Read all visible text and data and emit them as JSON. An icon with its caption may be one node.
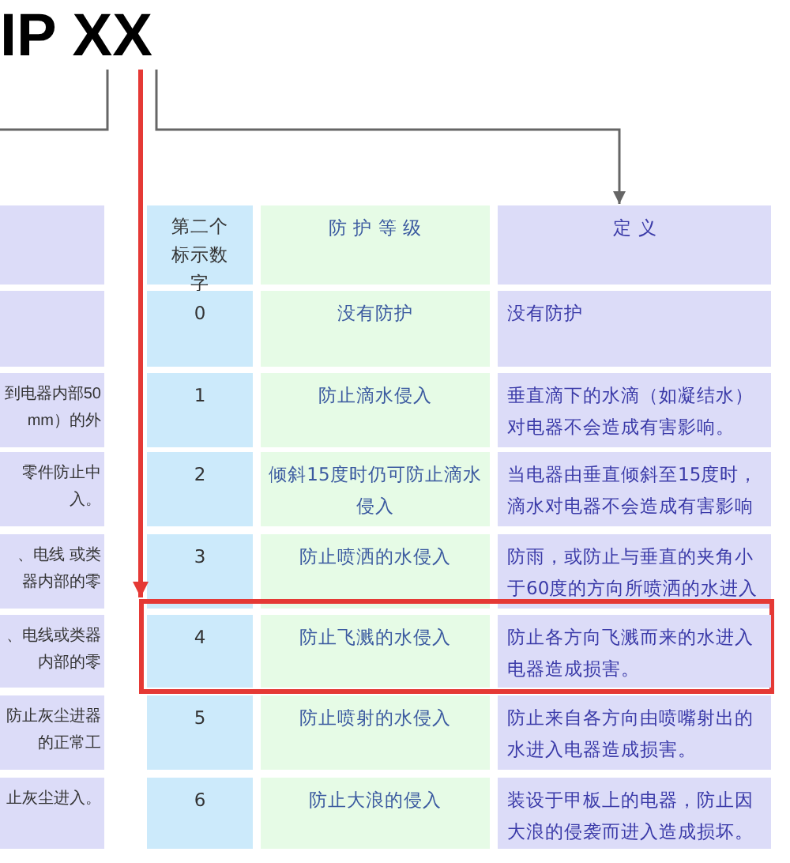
{
  "diagram": {
    "nodes": [
      {
        "text": [
          "IP XX"
        ]
      },
      {
        "text": [],
        "shape": "box"
      },
      {
        "text": [
          "第二个标示数字"
        ]
      },
      {
        "text": [
          "防 护 等 级"
        ]
      },
      {
        "text": [
          "定 义"
        ]
      },
      {
        "text": [],
        "shape": "box"
      },
      {
        "text": [
          "0"
        ]
      },
      {
        "text": [
          "没有防护"
        ]
      },
      {
        "text": [
          "没有防护"
        ]
      },
      {
        "text": [
          "到电器内部50mm）的外"
        ]
      },
      {
        "text": [
          "1"
        ]
      },
      {
        "text": [
          "防止滴水侵入"
        ]
      },
      {
        "text": [
          "垂直滴下的水滴（如凝结水）对电器不会造成有害影响。"
        ]
      },
      {
        "text": [
          "零件防止中入。"
        ]
      },
      {
        "text": [
          "2"
        ]
      },
      {
        "text": [
          "倾斜15度时仍可防止滴水侵入"
        ]
      },
      {
        "text": [
          "当电器由垂直倾斜至15度时，滴水对电器不会造成有害影响"
        ]
      },
      {
        "text": [
          "、电线 或类器内部的零"
        ]
      },
      {
        "text": [
          "3"
        ]
      },
      {
        "text": [
          "防止喷洒的水侵入"
        ]
      },
      {
        "text": [
          "防雨，或防止与垂直的夹角小于60度的方向所喷洒的水进入"
        ]
      },
      {
        "text": [
          "、电线或类器内部的零"
        ]
      },
      {
        "text": [],
        "shape": "box"
      },
      {
        "text": [
          "4"
        ],
        "in": 22
      },
      {
        "text": [
          "防止飞溅的水侵入"
        ],
        "in": 22
      },
      {
        "text": [
          "防止各方向飞溅而来的水进入电器造成损害。"
        ],
        "in": 22
      },
      {
        "text": [
          "防止灰尘进器的正常工"
        ]
      },
      {
        "text": [
          "5"
        ]
      },
      {
        "text": [
          "防止喷射的水侵入"
        ]
      },
      {
        "text": [
          "防止来自各方向由喷嘴射出的水进入电器造成损害。"
        ]
      },
      {
        "text": [
          "止灰尘进入。"
        ]
      },
      {
        "text": [
          "6"
        ]
      },
      {
        "text": [
          "防止大浪的侵入"
        ]
      },
      {
        "text": [
          "装设于甲板上的电器，防止因大浪的侵袭而进入造成损坏。"
        ]
      }
    ],
    "edges": [
      {
        "from": 0,
        "to": null,
        "arrow": "none"
      },
      {
        "from": 0,
        "to": 4,
        "arrow": "to"
      },
      {
        "from": 0,
        "to": 22,
        "arrow": "to",
        "style": "thick",
        "color": "#e53935"
      }
    ]
  }
}
